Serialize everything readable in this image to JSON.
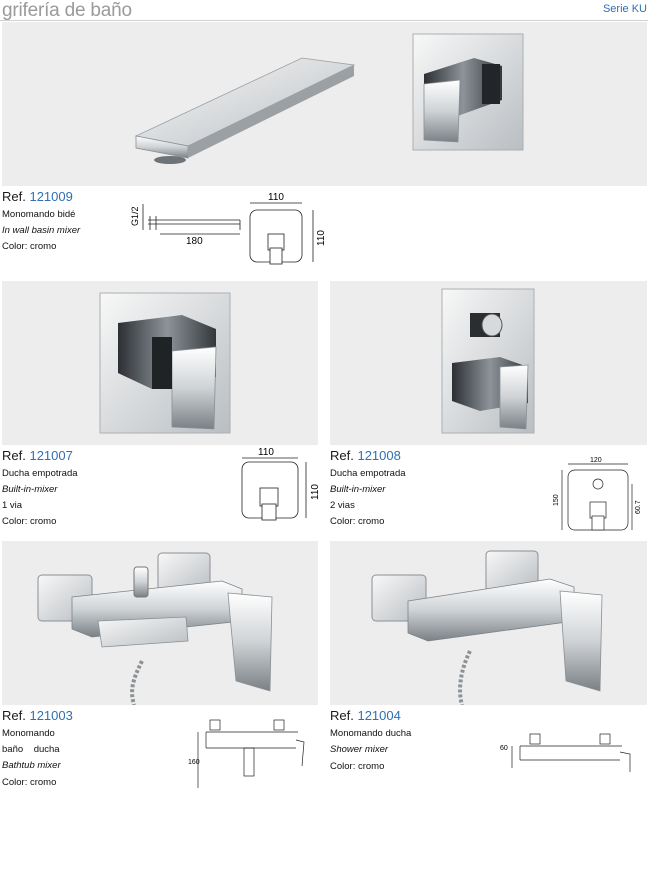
{
  "header": {
    "title": "grifería de baño",
    "serie": "Serie KU"
  },
  "products": [
    {
      "ref_label": "Ref.",
      "ref_number": "121009",
      "lines": [
        "Monomando bidé",
        "In wall basin mixer",
        "Color: cromo"
      ],
      "dimensions": {
        "thread": "G1/2",
        "length": "180",
        "width": "110",
        "height": "110"
      }
    },
    {
      "ref_label": "Ref.",
      "ref_number": "121007",
      "lines": [
        "Ducha empotrada",
        "Built-in-mixer",
        "1 via",
        "Color: cromo"
      ],
      "dimensions": {
        "width": "110",
        "height": "110"
      }
    },
    {
      "ref_label": "Ref.",
      "ref_number": "121008",
      "lines": [
        "Ducha empotrada",
        "Built-in-mixer",
        "2 vias",
        "Color: cromo"
      ],
      "dimensions": {
        "width": "120",
        "height": "150",
        "offset": "60.7"
      }
    },
    {
      "ref_label": "Ref.",
      "ref_number": "121003",
      "lines": [
        "Monomando",
        "baño    ducha",
        "Bathtub mixer",
        "Color: cromo"
      ],
      "dimensions": {
        "height": "160"
      }
    },
    {
      "ref_label": "Ref.",
      "ref_number": "121004",
      "lines": [
        "Monomando ducha",
        "Shower mixer",
        "Color: cromo"
      ],
      "dimensions": {
        "height": "60"
      }
    }
  ]
}
